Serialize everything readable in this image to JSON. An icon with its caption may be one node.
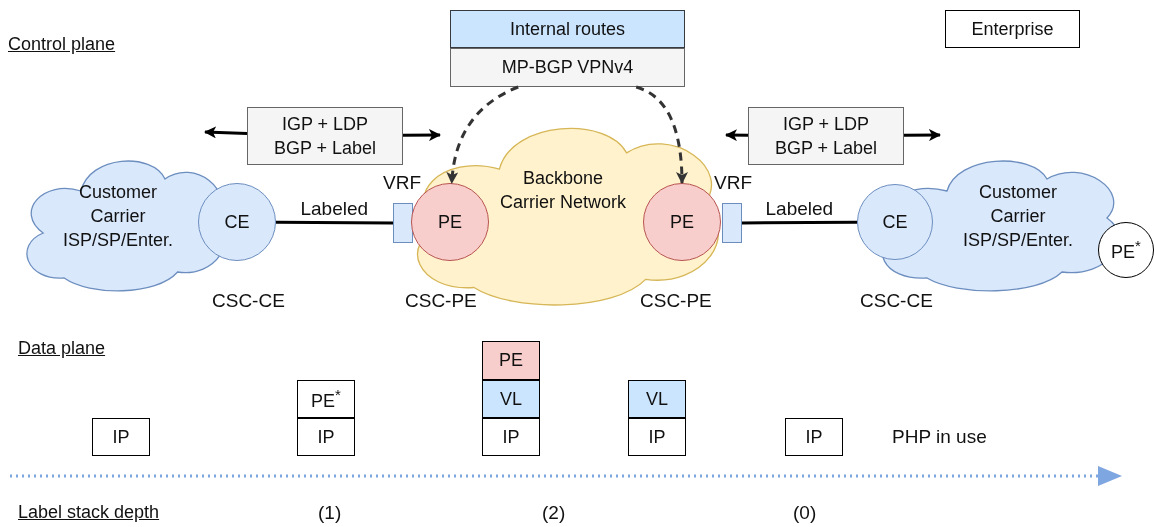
{
  "diagram": {
    "nodes": [
      {
        "text": [
          "Internal routes"
        ]
      },
      {
        "text": [
          "MP-BGP VPNv4"
        ]
      },
      {
        "text": [
          "Enterprise"
        ]
      },
      {
        "text": [
          "IGP + LDP",
          "BGP + Label"
        ]
      },
      {
        "text": [
          "Customer Carrier ISP/SP/Enter."
        ]
      },
      {
        "text": [
          "CE"
        ]
      },
      {
        "text": [],
        "shape": "box"
      },
      {
        "text": [
          "Backbone Carrier Network"
        ]
      },
      {
        "text": [
          "PE"
        ],
        "in": 7
      },
      {
        "text": [
          "PE"
        ],
        "in": 7
      },
      {
        "text": [],
        "shape": "box"
      },
      {
        "text": [
          "IGP + LDP",
          "BGP + Label"
        ]
      },
      {
        "text": [
          "Customer Carrier ISP/SP/Enter."
        ]
      },
      {
        "text": [
          "CE"
        ]
      },
      {
        "text": [
          "PE$^{*}$"
        ]
      },
      {
        "text": [
          "IP"
        ]
      },
      {
        "text": [
          "PE$^{*}$"
        ]
      },
      {
        "text": [
          "IP"
        ]
      },
      {
        "text": [
          "PE"
        ]
      },
      {
        "text": [
          "VL"
        ]
      },
      {
        "text": [
          "IP"
        ]
      },
      {
        "text": [
          "VL"
        ]
      },
      {
        "text": [
          "IP"
        ]
      },
      {
        "text": [
          "IP"
        ]
      }
    ],
    "edges": [
      {
        "from": 1,
        "to": 8,
        "arrow": "to",
        "style": "dashed",
        "color": "#333333"
      },
      {
        "from": 1,
        "to": 9,
        "arrow": "to",
        "style": "dashed",
        "color": "#333333"
      },
      {
        "from": 3,
        "to": null,
        "arrow": "to"
      },
      {
        "from": 3,
        "to": null,
        "arrow": "to"
      },
      {
        "from": 11,
        "to": null,
        "arrow": "to"
      },
      {
        "from": 11,
        "to": null,
        "arrow": "to"
      },
      {
        "from": 5,
        "to": 6,
        "label": "Labeled",
        "arrow": "none"
      },
      {
        "from": 10,
        "to": 13,
        "label": "Labeled",
        "arrow": "none"
      }
    ],
    "labels": [
      "Control plane",
      "VRF",
      "VRF",
      "CSC-CE",
      "CSC-PE",
      "CSC-PE",
      "CSC-CE",
      "Data plane",
      "PHP in use",
      "Label stack depth",
      "(1)",
      "(2)",
      "(0)"
    ]
  }
}
